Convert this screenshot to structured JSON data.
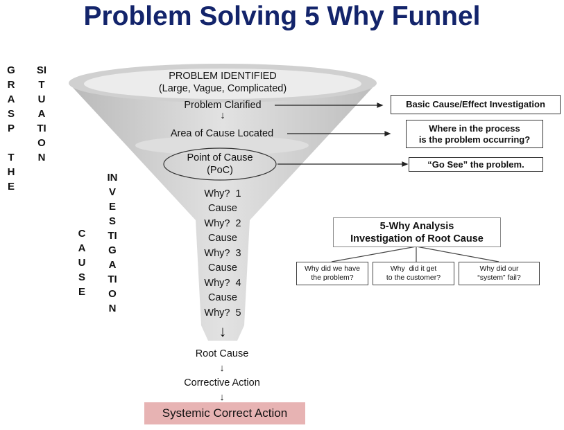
{
  "title": "Problem Solving 5 Why Funnel",
  "side_labels": {
    "grasp": "GRASP",
    "the": "THE",
    "situation": "SITUATION",
    "cause": "CAUSE",
    "investigation": "INVESTIGATION"
  },
  "funnel": {
    "problem_identified": "PROBLEM IDENTIFIED",
    "problem_desc": "(Large, Vague, Complicated)",
    "problem_clarified": "Problem Clarified",
    "area_located": "Area of Cause Located",
    "poc_line1": "Point of Cause",
    "poc_line2": "(PoC)",
    "steps": [
      "Why?  1",
      "Cause",
      "Why?  2",
      "Cause",
      "Why?  3",
      "Cause",
      "Why?  4",
      "Cause",
      "Why?  5"
    ],
    "root_cause": "Root Cause",
    "corrective_action": "Corrective Action",
    "systemic": "Systemic Correct Action",
    "arrow": "↓"
  },
  "callouts": {
    "basic": "Basic Cause/Effect Investigation",
    "where_line1": "Where in the process",
    "where_line2": "is the problem occurring?",
    "go_see": "“Go See” the problem."
  },
  "analysis": {
    "title_line1": "5-Why Analysis",
    "title_line2": "Investigation of Root Cause",
    "q1_line1": "Why did we have",
    "q1_line2": "the problem?",
    "q2_line1": "Why  did it get",
    "q2_line2": "to the customer?",
    "q3_line1": "Why did our",
    "q3_line2": "“system” fail?"
  },
  "colors": {
    "title": "#13246b",
    "funnel": "#cfcfcf",
    "highlight": "#e7b3b3"
  }
}
